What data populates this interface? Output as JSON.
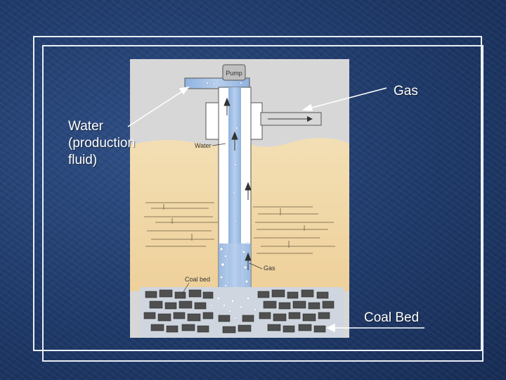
{
  "slide": {
    "callouts": {
      "water_line1": "Water",
      "water_line2": "(production",
      "water_line3": "fluid)",
      "gas": "Gas",
      "coal_bed": "Coal Bed"
    }
  },
  "diagram": {
    "labels": {
      "pump": "Pump",
      "water": "Water",
      "gas": "Gas",
      "coal_bed": "Coal bed"
    },
    "colors": {
      "background": "#1f3a6a",
      "panel": "#d6d6d6",
      "sandstone": "#f1d7a4",
      "water": "#a9c3e3",
      "coal": "#4f4f4f"
    }
  }
}
